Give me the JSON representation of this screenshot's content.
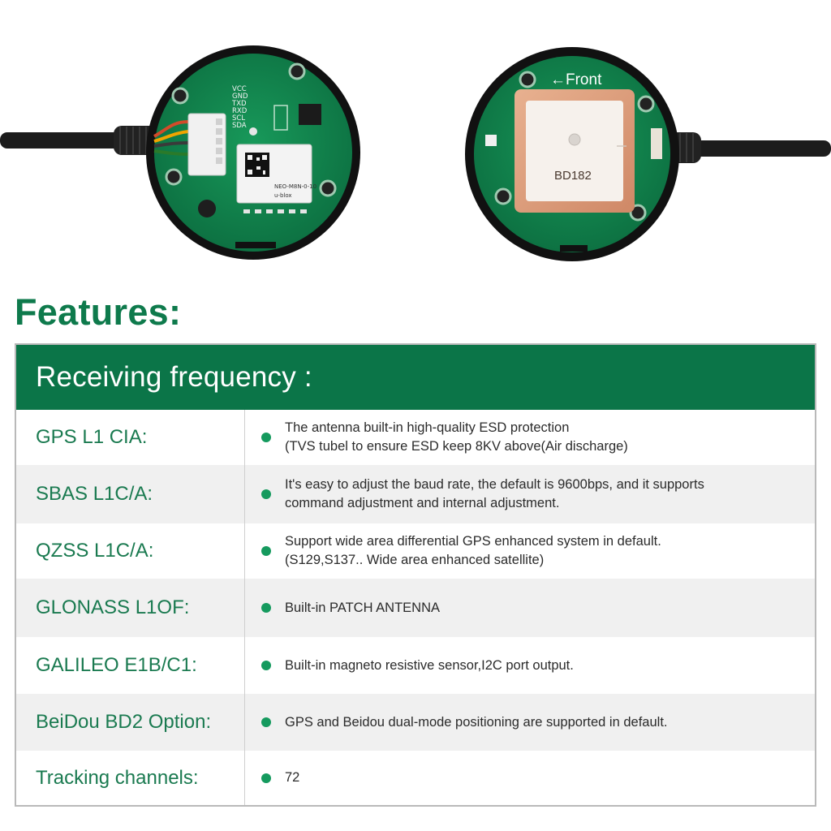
{
  "photo": {
    "module_left": {
      "pin_labels": [
        "VCC",
        "GND",
        "TXD",
        "RXD",
        "SCL",
        "SDA"
      ],
      "chip_text": [
        "NEO-M8N-0-10",
        "u-blox"
      ]
    },
    "module_right": {
      "front_label": "←Front",
      "patch_label": "BD182"
    }
  },
  "features": {
    "title": "Features:",
    "section_header": "Receiving frequency :",
    "rows": [
      {
        "label": "GPS L1 CIA:",
        "lines": [
          "The antenna built-in high-quality ESD protection",
          "(TVS tubel to ensure ESD keep 8KV above(Air discharge)"
        ]
      },
      {
        "label": "SBAS L1C/A:",
        "lines": [
          "It's easy to adjust the baud rate, the default is 9600bps, and it supports",
          "command adjustment and internal adjustment."
        ]
      },
      {
        "label": "QZSS L1C/A:",
        "lines": [
          "Support wide area differential GPS enhanced system in default.",
          "(S129,S137.. Wide area enhanced satellite)"
        ]
      },
      {
        "label": "GLONASS L1OF:",
        "lines": [
          "Built-in PATCH ANTENNA"
        ]
      },
      {
        "label": "GALILEO E1B/C1:",
        "lines": [
          "Built-in magneto resistive sensor,I2C port output."
        ]
      },
      {
        "label": "BeiDou BD2 Option:",
        "lines": [
          "GPS and Beidou dual-mode positioning are supported in default."
        ]
      },
      {
        "label": "Tracking channels:",
        "lines": [
          "72"
        ]
      }
    ]
  },
  "colors": {
    "brand_green": "#0e7a4c",
    "header_green": "#0b7548",
    "bullet_green": "#159a5e",
    "pcb_green": "#12844e"
  }
}
